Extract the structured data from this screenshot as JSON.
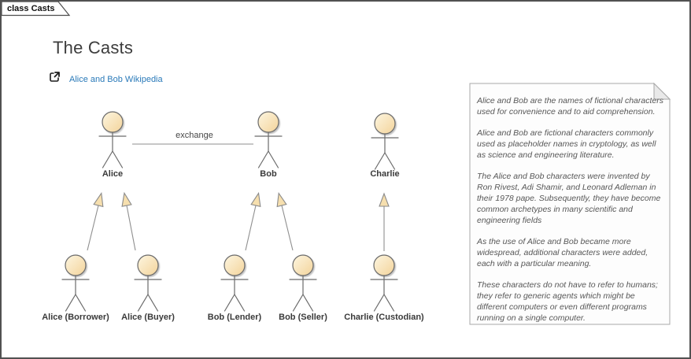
{
  "frame": {
    "tab_label": "class Casts"
  },
  "header": {
    "title": "The Casts"
  },
  "hyperlink": {
    "label": "Alice and Bob Wikipedia"
  },
  "connector": {
    "label": "exchange"
  },
  "actors": {
    "alice": "Alice",
    "bob": "Bob",
    "charlie": "Charlie",
    "alice_borrower": "Alice (Borrower)",
    "alice_buyer": "Alice (Buyer)",
    "bob_lender": "Bob (Lender)",
    "bob_seller": "Bob (Seller)",
    "charlie_custodian": "Charlie (Custodian)"
  },
  "note": {
    "paragraphs": [
      "Alice and Bob are the names of fictional characters used for convenience and to aid comprehension.",
      "Alice and Bob are fictional characters commonly used as placeholder names in cryptology, as well as science and engineering literature.",
      "The Alice and Bob characters were invented by Ron Rivest, Adi Shamir, and Leonard Adleman in their 1978 pape. Subsequently, they have become common archetypes in many scientific and engineering fields",
      "As the use of Alice and Bob became more widespread, additional characters were added, each with a particular meaning.",
      "These characters do not have to refer to humans; they refer to generic agents which might be different computers or even different programs running on a single computer."
    ]
  },
  "colors": {
    "link_blue": "#2a7ab9",
    "actor_head_fill": "#f6dfae",
    "figure_stroke": "#6b6b6b",
    "connector_gray": "#8f8f8f",
    "note_text_gray": "#575757"
  }
}
